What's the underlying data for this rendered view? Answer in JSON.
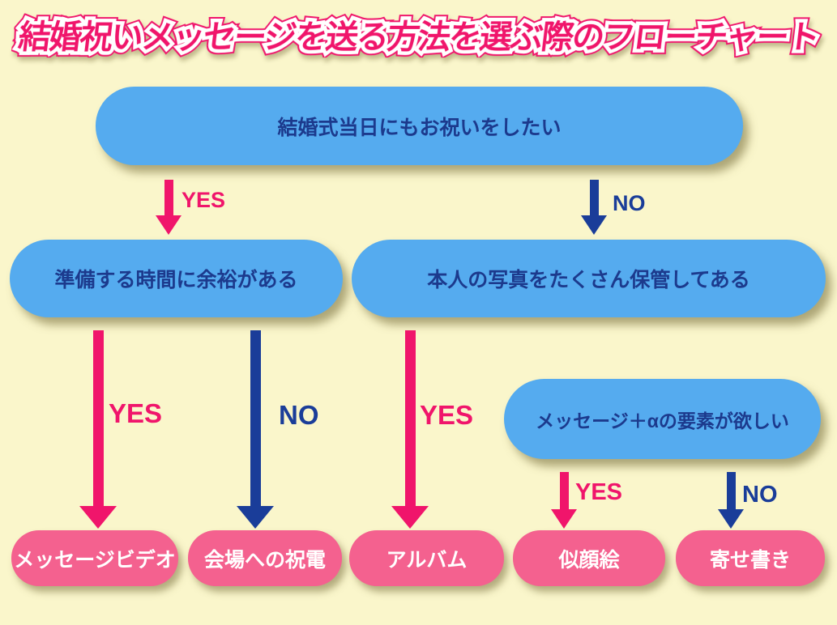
{
  "title": "結婚祝いメッセージを送る方法を選ぶ際のフローチャート",
  "flowchart": {
    "questions": {
      "q1": "結婚式当日にもお祝いをしたい",
      "q2": "準備する時間に余裕がある",
      "q3": "本人の写真をたくさん保管してある",
      "q4": "メッセージ＋αの要素が欲しい"
    },
    "results": {
      "r1": "メッセージビデオ",
      "r2": "会場への祝電",
      "r3": "アルバム",
      "r4": "似顔絵",
      "r5": "寄せ書き"
    },
    "branch_labels": {
      "yes": "YES",
      "no": "NO"
    },
    "edges": [
      {
        "from": "q1",
        "label": "YES",
        "to": "q2"
      },
      {
        "from": "q1",
        "label": "NO",
        "to": "q3"
      },
      {
        "from": "q2",
        "label": "YES",
        "to": "r1"
      },
      {
        "from": "q2",
        "label": "NO",
        "to": "r2"
      },
      {
        "from": "q3",
        "label": "YES",
        "to": "r3"
      },
      {
        "from": "q4",
        "label": "YES",
        "to": "r4"
      },
      {
        "from": "q4",
        "label": "NO",
        "to": "r5"
      }
    ],
    "colors": {
      "background": "#FAF6CB",
      "question_box": "#55ABEF",
      "question_text": "#1C3A8D",
      "result_box": "#F4618F",
      "result_text": "#FFFFFF",
      "yes_accent": "#F0156B",
      "no_accent": "#1A3D99",
      "title_fill": "#F0156B",
      "title_outline": "#FFFFFF"
    }
  }
}
